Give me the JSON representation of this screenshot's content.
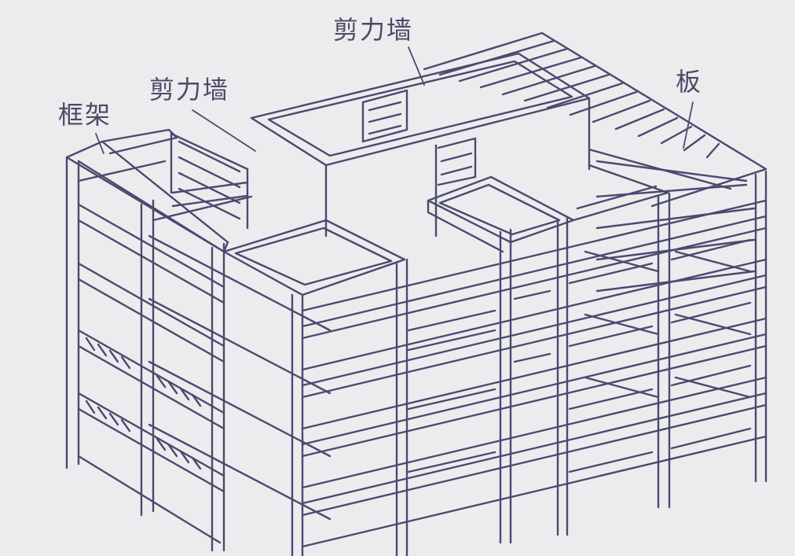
{
  "labels": {
    "shear_wall_top": "剪力墙",
    "shear_wall_mid": "剪力墙",
    "frame": "框架",
    "slab": "板"
  },
  "colors": {
    "background": "#ececee",
    "line": "#4a4a70",
    "label": "#4a4a66"
  }
}
